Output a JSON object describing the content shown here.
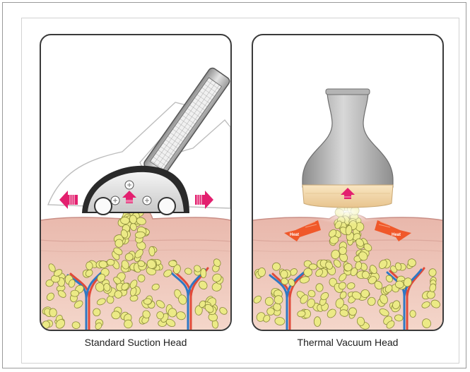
{
  "panels": [
    {
      "caption": "Standard Suction Head",
      "device_icon": "suction-roller-head-icon"
    },
    {
      "caption": "Thermal Vacuum Head",
      "device_icon": "thermal-vacuum-head-icon",
      "heat_labels": [
        "Heat",
        "Heat"
      ]
    }
  ],
  "colors": {
    "skin_top": "#e9bab0",
    "skin_bottom": "#f3d4c8",
    "fat_cell": "#ecea86",
    "fat_outline": "#8a8a3a",
    "vein": "#2f78c4",
    "artery": "#e04a3a",
    "arrow_pink": "#e3206f",
    "heat_orange": "#f0582a",
    "device_gray": "#a8a8a8",
    "warm_glow": "#f6d9a8"
  }
}
